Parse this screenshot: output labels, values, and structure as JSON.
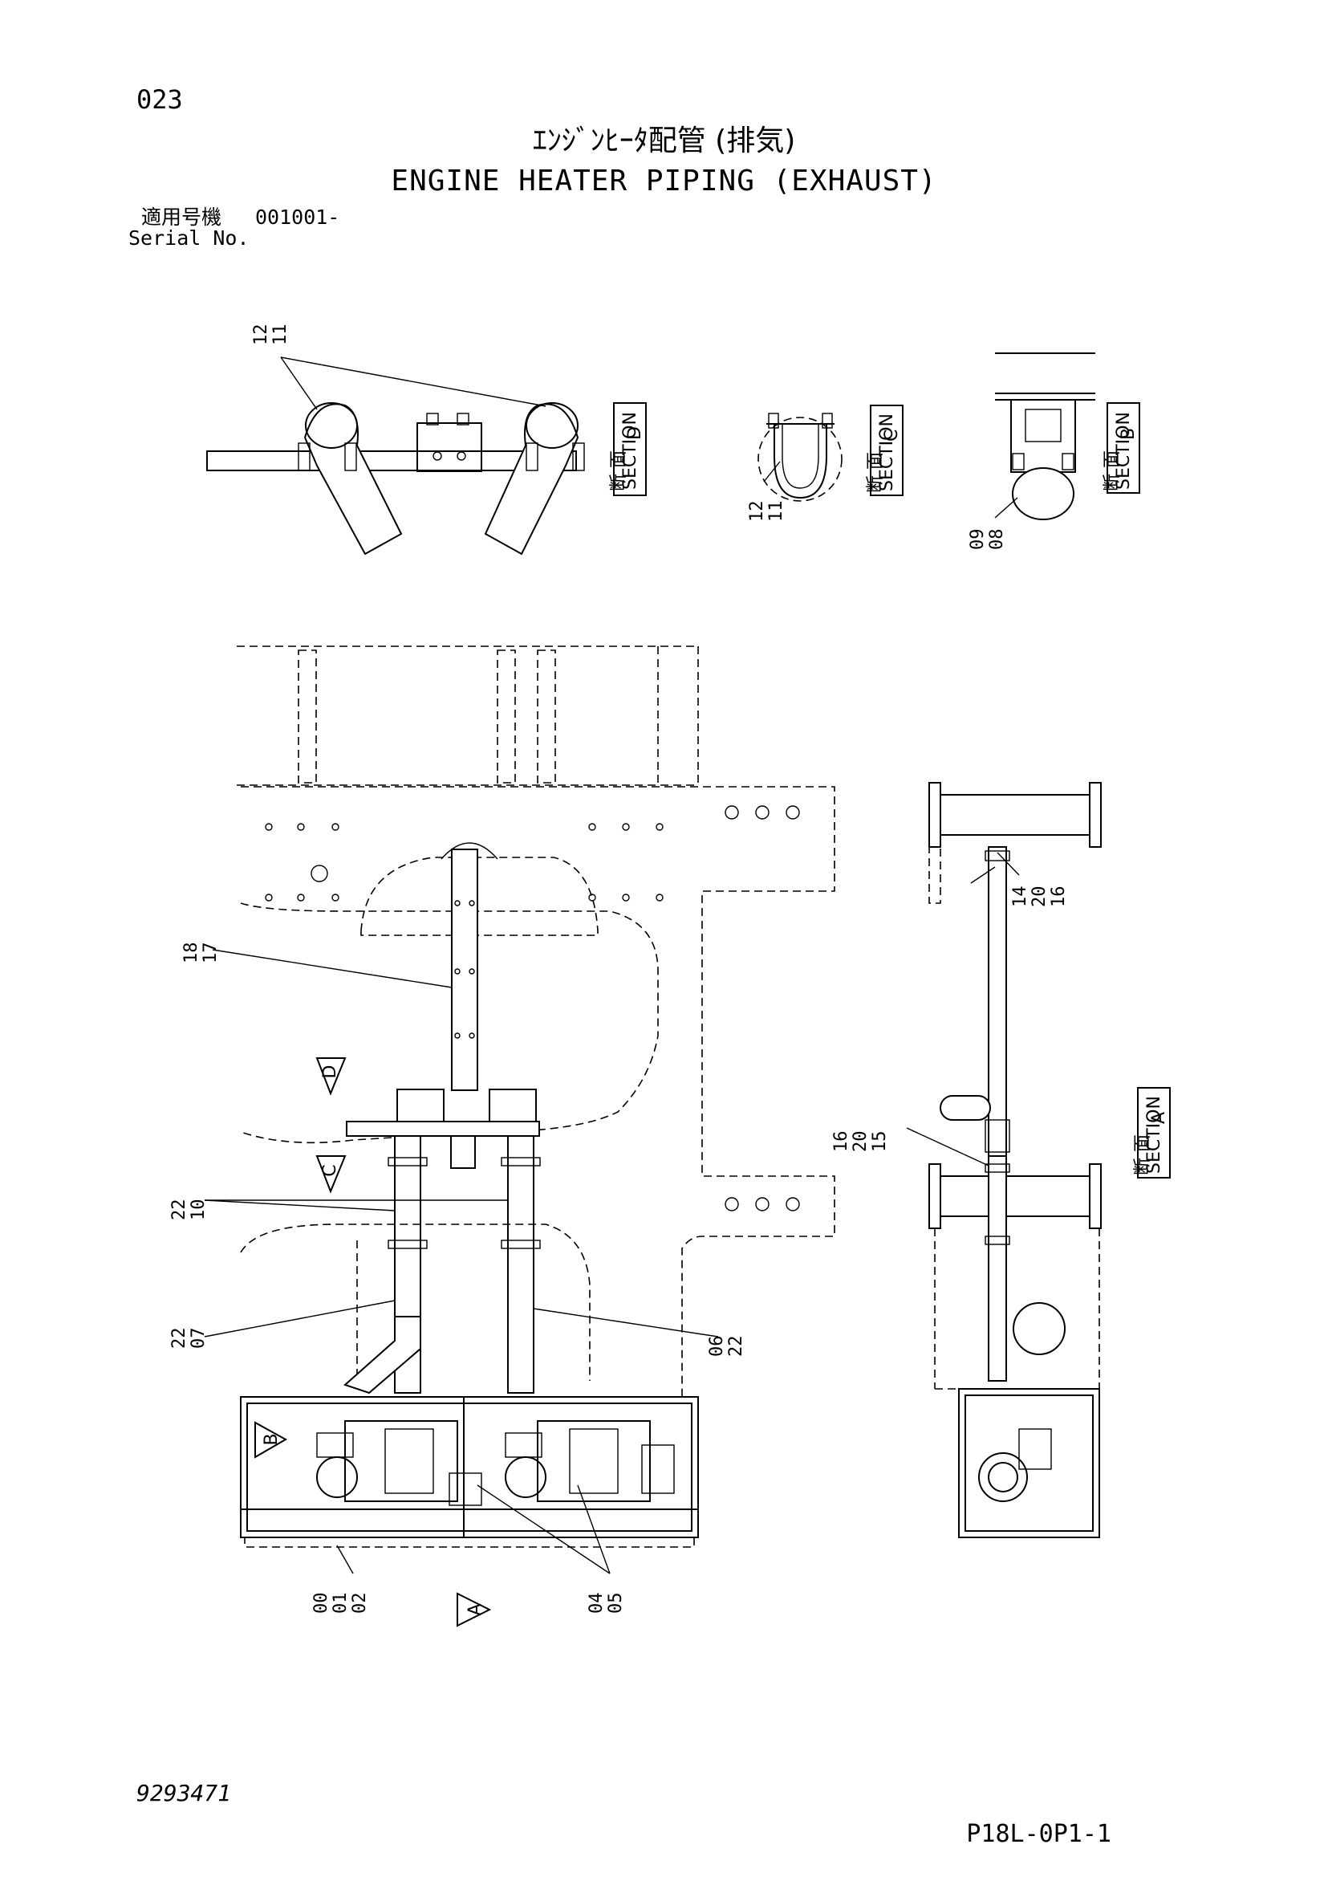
{
  "page": {
    "number": "023",
    "title_ja": "ｴﾝｼﾞﾝﾋｰﾀ配管 (排気)",
    "title_en": "ENGINE HEATER PIPING (EXHAUST)",
    "serial_label_ja": "適用号機",
    "serial_value": "001001-",
    "serial_label_en": "Serial No.",
    "drawing_number": "9293471",
    "part_code": "P18L-0P1-1"
  },
  "sections": {
    "d": {
      "ja": "断 面",
      "en": "SECTION",
      "letter": "D"
    },
    "c": {
      "ja": "断 面",
      "en": "SECTION",
      "letter": "C"
    },
    "b": {
      "ja": "断 面",
      "en": "SECTION",
      "letter": "B"
    },
    "a": {
      "ja": "断 面",
      "en": "SECTION",
      "letter": "A"
    }
  },
  "view_markers": {
    "d": "D",
    "c": "C",
    "b": "B",
    "a": "A"
  },
  "callouts": {
    "top_d": [
      "12",
      "11"
    ],
    "top_c": [
      "12",
      "11"
    ],
    "top_b": [
      "09",
      "08"
    ],
    "side_upper": [
      "14",
      "20",
      "16"
    ],
    "side_mid": [
      "16",
      "20",
      "15"
    ],
    "main_17": [
      "18",
      "17"
    ],
    "main_10": [
      "22",
      "10"
    ],
    "main_07": [
      "22",
      "07"
    ],
    "main_06": [
      "06",
      "22"
    ],
    "main_00": [
      "00",
      "01",
      "02"
    ],
    "main_04": [
      "04",
      "05"
    ]
  }
}
